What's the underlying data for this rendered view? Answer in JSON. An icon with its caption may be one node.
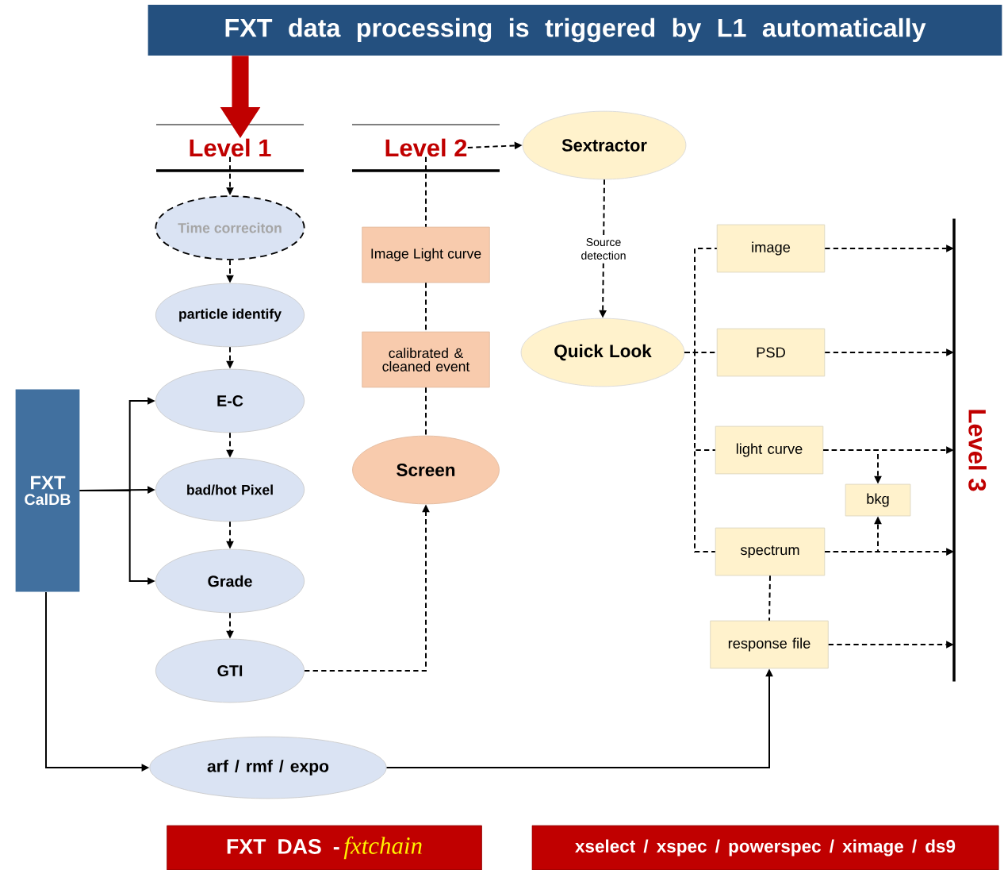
{
  "diagram": {
    "nodes": [
      {
        "text": [
          "FXT data processing is triggered by L1 automatically"
        ]
      },
      {
        "text": [
          "Level 1"
        ]
      },
      {
        "text": [
          "Level 2"
        ]
      },
      {
        "text": [
          "Sextractor"
        ]
      },
      {
        "text": [
          "Time correciton"
        ]
      },
      {
        "text": [
          "particle identify"
        ]
      },
      {
        "text": [
          "E-C"
        ]
      },
      {
        "text": [
          "bad/hot Pixel"
        ]
      },
      {
        "text": [
          "Grade"
        ]
      },
      {
        "text": [
          "GTI"
        ]
      },
      {
        "text": [
          "FXT",
          "CalDB"
        ]
      },
      {
        "text": [
          "Image Light curve"
        ]
      },
      {
        "text": [
          "calibrated & cleaned event"
        ]
      },
      {
        "text": [
          "Screen"
        ]
      },
      {
        "text": [
          "Quick Look"
        ]
      },
      {
        "text": [
          "image"
        ]
      },
      {
        "text": [
          "PSD"
        ]
      },
      {
        "text": [
          "light curve"
        ]
      },
      {
        "text": [
          "bkg"
        ]
      },
      {
        "text": [
          "spectrum"
        ]
      },
      {
        "text": [
          "response file"
        ]
      },
      {
        "text": [
          "arf / rmf / expo"
        ]
      },
      {
        "text": [
          "Level 3"
        ]
      },
      {
        "text": [
          "FXT DAS -",
          "fxtchain"
        ]
      },
      {
        "text": [
          "xselect / xspec / powerspec / ximage / ds9"
        ]
      }
    ],
    "edges": [
      {
        "from": 0,
        "to": 1,
        "arrow": "to",
        "style": "thick",
        "color": "#c00000"
      },
      {
        "from": 1,
        "to": 4,
        "arrow": "to",
        "style": "dashed"
      },
      {
        "from": 4,
        "to": 5,
        "arrow": "to",
        "style": "dashed"
      },
      {
        "from": 5,
        "to": 6,
        "arrow": "to",
        "style": "dashed"
      },
      {
        "from": 6,
        "to": 7,
        "arrow": "to",
        "style": "dashed"
      },
      {
        "from": 7,
        "to": 8,
        "arrow": "to",
        "style": "dashed"
      },
      {
        "from": 8,
        "to": 9,
        "arrow": "to",
        "style": "dashed"
      },
      {
        "from": 10,
        "to": 6,
        "arrow": "to"
      },
      {
        "from": 10,
        "to": 7,
        "arrow": "to"
      },
      {
        "from": 10,
        "to": 8,
        "arrow": "to"
      },
      {
        "from": 10,
        "to": 21,
        "arrow": "to"
      },
      {
        "from": 9,
        "to": 13,
        "arrow": "to",
        "style": "dashed"
      },
      {
        "from": 2,
        "to": 11,
        "arrow": "none",
        "style": "dashed"
      },
      {
        "from": 11,
        "to": 12,
        "arrow": "none",
        "style": "dashed"
      },
      {
        "from": 12,
        "to": 13,
        "arrow": "none",
        "style": "dashed"
      },
      {
        "from": 2,
        "to": 3,
        "arrow": "to",
        "style": "dashed"
      },
      {
        "from": 3,
        "to": 14,
        "arrow": "to",
        "style": "dashed",
        "label": "Source detection"
      },
      {
        "from": 14,
        "to": 15,
        "arrow": "none",
        "style": "dashed"
      },
      {
        "from": 14,
        "to": 16,
        "arrow": "none",
        "style": "dashed"
      },
      {
        "from": 14,
        "to": 17,
        "arrow": "none",
        "style": "dashed"
      },
      {
        "from": 14,
        "to": 19,
        "arrow": "none",
        "style": "dashed"
      },
      {
        "from": 15,
        "to": 22,
        "arrow": "to",
        "style": "dashed"
      },
      {
        "from": 16,
        "to": 22,
        "arrow": "to",
        "style": "dashed"
      },
      {
        "from": 17,
        "to": 22,
        "arrow": "to",
        "style": "dashed"
      },
      {
        "from": 19,
        "to": 22,
        "arrow": "to",
        "style": "dashed"
      },
      {
        "from": 20,
        "to": 22,
        "arrow": "to",
        "style": "dashed"
      },
      {
        "from": 17,
        "to": 18,
        "arrow": "to",
        "style": "dashed"
      },
      {
        "from": 19,
        "to": 18,
        "arrow": "to",
        "style": "dashed"
      },
      {
        "from": 19,
        "to": 20,
        "arrow": "none",
        "style": "dashed"
      },
      {
        "from": 21,
        "to": 20,
        "arrow": "to"
      }
    ]
  }
}
